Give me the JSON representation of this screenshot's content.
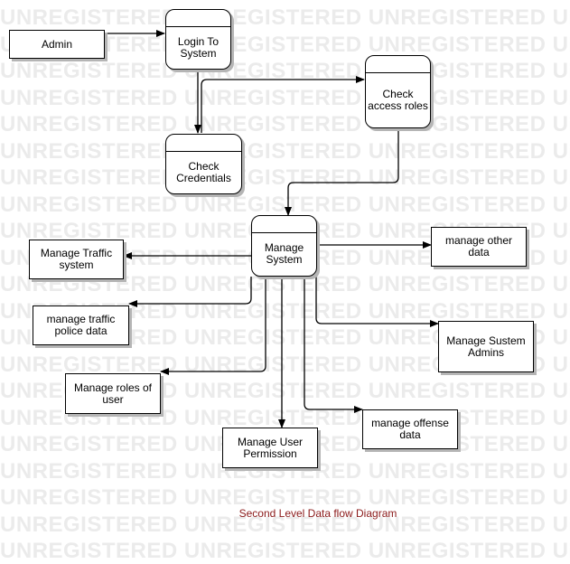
{
  "watermark": {
    "text": "UNREGISTERED UNREGISTERED UNREGISTERED UNREGISTERED UNREGISTERED"
  },
  "entities": {
    "admin": "Admin",
    "manage_traffic_system": "Manage Traffic system",
    "manage_traffic_police_data": "manage traffic police data",
    "manage_roles_of_user": "Manage roles of user",
    "manage_user_permission": "Manage User Permission",
    "manage_offense_data": "manage offense data",
    "manage_system_admins": "Manage Sustem Admins",
    "manage_other_data": "manage other data"
  },
  "processes": {
    "login_to_system": "Login To System",
    "check_access_roles": "Check access roles",
    "check_credentials": "Check Credentials",
    "manage_system": "Manage System"
  },
  "caption": "Second Level Data flow Diagram",
  "colors": {
    "line": "#000000",
    "shadow": "#b5b5b5",
    "watermark": "#ebebeb",
    "caption": "#8b1a1a"
  }
}
